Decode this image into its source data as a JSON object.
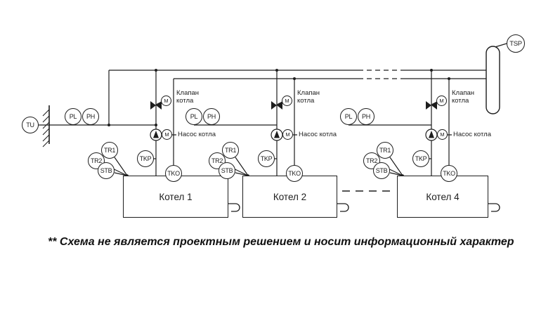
{
  "note": "** Схема не является проектным решением и носит информационный характер",
  "instruments": {
    "tu": "TU",
    "tsp": "TSP",
    "pl": "PL",
    "ph": "PH",
    "tr1": "TR1",
    "tr2": "TR2",
    "stb": "STB",
    "tkp": "TKP",
    "tko": "TKO",
    "motor": "M"
  },
  "labels": {
    "valve": "Клапан котла",
    "pump": "Насос котла"
  },
  "boilers": [
    {
      "name": "Котел 1"
    },
    {
      "name": "Котел 2"
    },
    {
      "name": "Котел 4"
    }
  ]
}
